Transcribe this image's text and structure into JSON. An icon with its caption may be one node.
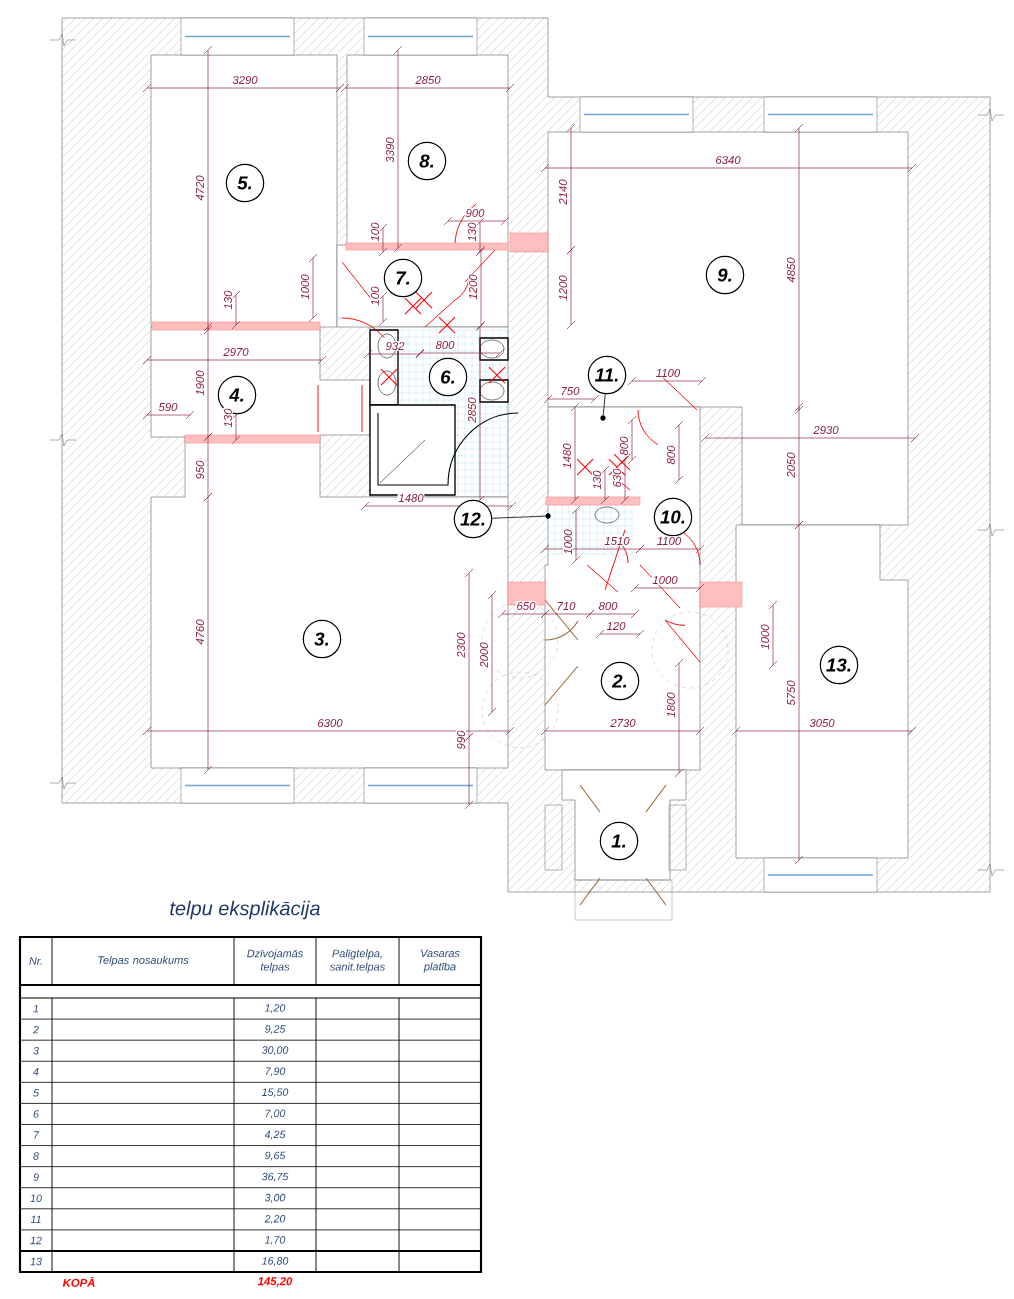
{
  "diagram": {
    "title": "telpu eksplikācija",
    "nodes": [
      {
        "text": [
          "1."
        ]
      },
      {
        "text": [
          "2."
        ]
      },
      {
        "text": [
          "3."
        ]
      },
      {
        "text": [
          "4."
        ]
      },
      {
        "text": [
          "5."
        ]
      },
      {
        "text": [
          "6."
        ]
      },
      {
        "text": [
          "7."
        ]
      },
      {
        "text": [
          "8."
        ]
      },
      {
        "text": [
          "9."
        ]
      },
      {
        "text": [
          "10."
        ]
      },
      {
        "text": [
          "11."
        ]
      },
      {
        "text": [
          "12."
        ]
      },
      {
        "text": [
          "13."
        ]
      },
      {
        "text": [],
        "shape": "dot"
      },
      {
        "text": [],
        "shape": "dot"
      }
    ],
    "edges": [
      {
        "from": 10,
        "to": 13,
        "arrow": "none"
      },
      {
        "from": 11,
        "to": 14,
        "arrow": "none"
      }
    ],
    "labels": [
      "3290",
      "2850",
      "3390",
      "4720",
      "6340",
      "2140",
      "900",
      "100",
      "130",
      "130",
      "1000",
      "100",
      "1200",
      "1200",
      "4850",
      "2970",
      "932",
      "800",
      "1100",
      "1900",
      "750",
      "590",
      "130",
      "2850",
      "800",
      "2930",
      "950",
      "1480",
      "130",
      "630",
      "800",
      "2050",
      "1480",
      "1000",
      "1510",
      "1100",
      "1000",
      "650",
      "710",
      "800",
      "4760",
      "2300",
      "2000",
      "120",
      "1000",
      "1800",
      "5750",
      "6300",
      "2730",
      "3050",
      "990",
      "Nr.",
      "Telpas nosaukums",
      "Dzīvojamās telpas",
      "Palīgtelpa, sanit.telpas",
      "Vasaras platība",
      "1",
      "1,20",
      "2",
      "9,25",
      "3",
      "30,00",
      "4",
      "7,90",
      "5",
      "15,50",
      "6",
      "7,00",
      "7",
      "4,25",
      "8",
      "9,65",
      "9",
      "36,75",
      "10",
      "3,00",
      "11",
      "2,20",
      "12",
      "1,70",
      "13",
      "16,80",
      "KOPĀ",
      "145,20"
    ]
  }
}
